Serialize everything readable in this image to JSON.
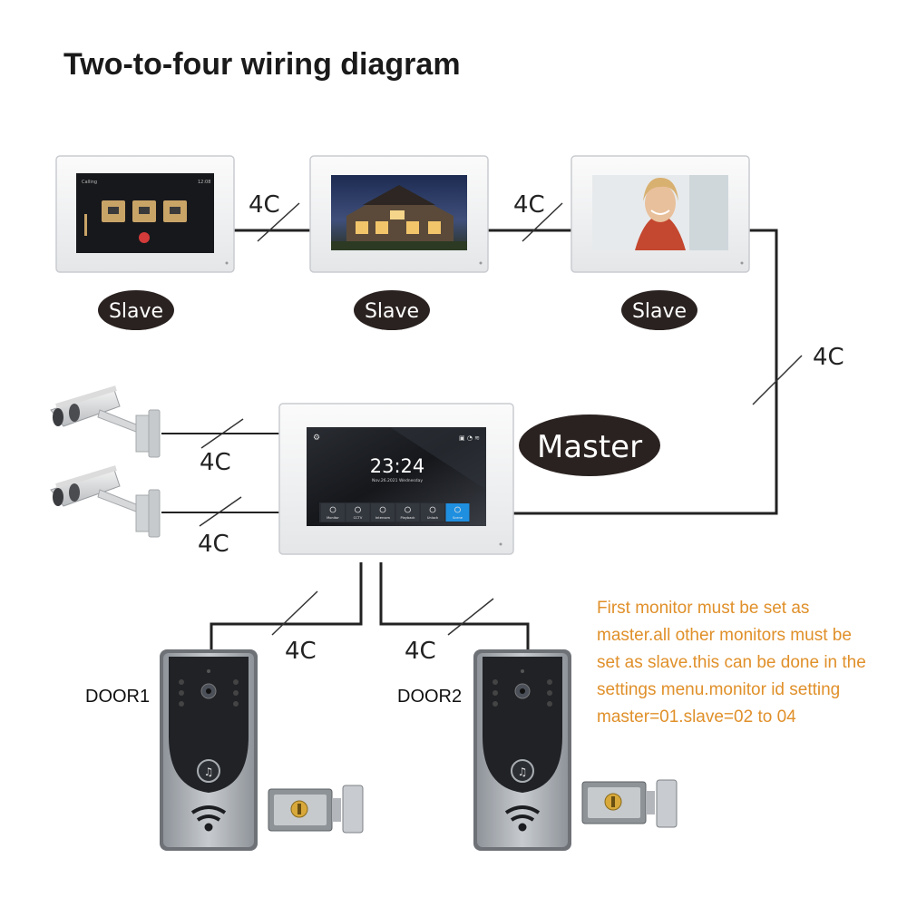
{
  "title": "Two-to-four wiring diagram",
  "cable_label": "4C",
  "roles": {
    "slave": "Slave",
    "master": "Master"
  },
  "doors": {
    "door1": "DOOR1",
    "door2": "DOOR2"
  },
  "slave1_screen": {
    "header_left": "Calling",
    "header_right": "12:08"
  },
  "master_screen": {
    "time": "23:24",
    "date": "Nov.26.2021",
    "weekday": "Wednesday",
    "menu": [
      "Monitor",
      "CCTV",
      "Intercom",
      "Playback",
      "Unlock",
      "Scene"
    ]
  },
  "note_lines": [
    "First monitor must be set as",
    "master.all other monitors must be",
    "set as slave.this can be done in the",
    "settings menu.monitor id setting",
    "master=01.slave=02 to 04"
  ],
  "colors": {
    "note": "#e0902a",
    "wire": "#222222",
    "pill": "#2a2220",
    "panel": "#a9aeb3"
  }
}
